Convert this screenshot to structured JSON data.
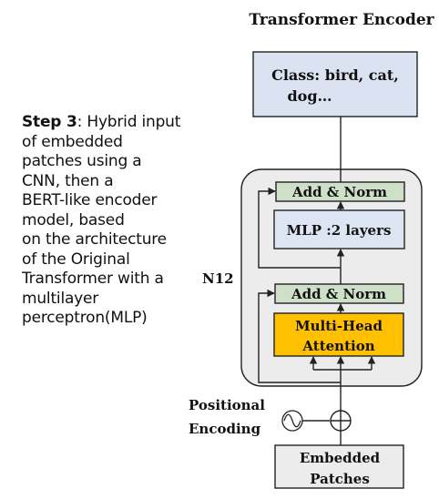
{
  "title": "Transformer Encoder",
  "step": {
    "heading": "Step 3",
    "lines": [
      ": Hybrid input",
      "of embedded",
      "patches using a",
      "CNN, then a",
      "BERT-like encoder",
      "model, based",
      "on the architecture",
      "of the Original",
      "Transformer with a",
      "multilayer",
      "perceptron(MLP)"
    ]
  },
  "diagram": {
    "class_box": {
      "line1": "Class: bird, cat,",
      "line2": "dog…"
    },
    "add_norm_top": "Add & Norm",
    "mlp": "MLP :2 layers",
    "repeat_label": "N12",
    "add_norm_bottom": "Add & Norm",
    "attention": {
      "line1": "Multi-Head",
      "line2": "Attention"
    },
    "positional": {
      "line1": "Positional",
      "line2": "Encoding"
    },
    "embedded": {
      "line1": "Embedded",
      "line2": "Patches"
    }
  },
  "colors": {
    "class_fill": "#dbe3f2",
    "add_norm_fill": "#cfe0c8",
    "mlp_fill": "#dde5f3",
    "attention_fill": "#ffc000",
    "block_fill": "#ececec",
    "embedded_fill": "#ececec",
    "stroke": "#222222"
  }
}
